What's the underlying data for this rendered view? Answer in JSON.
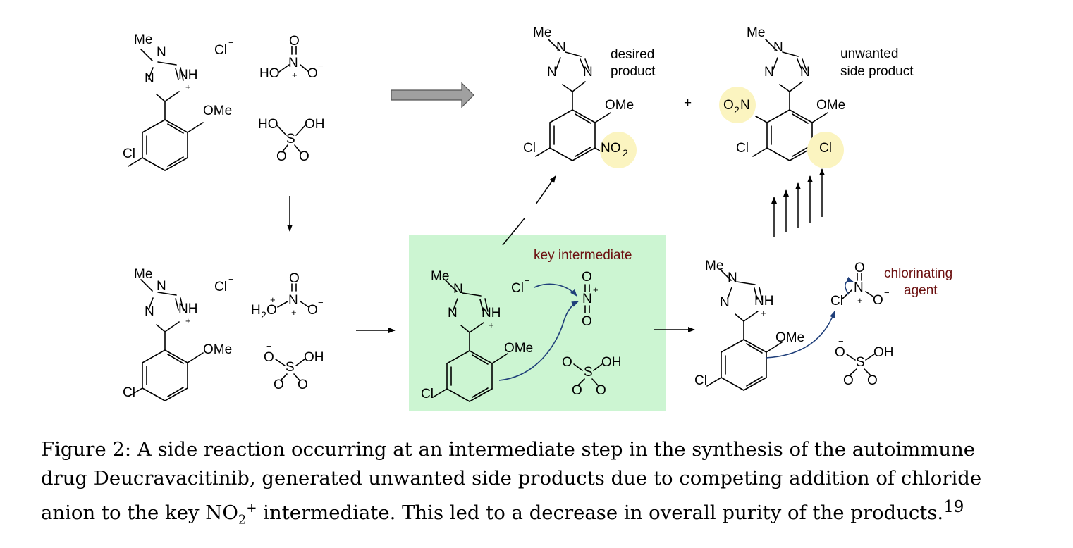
{
  "labels": {
    "desired": [
      "desired",
      "product"
    ],
    "unwanted": [
      "unwanted",
      "side product"
    ],
    "plus": "+",
    "key": "key intermediate",
    "chlor": [
      "chlorinating",
      "agent"
    ]
  },
  "atoms": {
    "me": "Me",
    "n": "N",
    "nh": "NH",
    "cl": "Cl",
    "ome": "OMe",
    "o": "O",
    "ho": "HO",
    "oh": "OH",
    "s": "S",
    "h2o": "H",
    "two": "2",
    "plus": "+",
    "minus": "−",
    "no2_n": "NO",
    "o2_o": "O"
  },
  "caption": {
    "line1": "Figure 2: A side reaction occurring at an intermediate step in the synthesis of the autoimmune",
    "line2": "drug Deucravacitinib, generated unwanted side products due to competing addition of chloride",
    "line3_a": "anion to the key ",
    "line3_no": "NO",
    "line3_sub": "2",
    "line3_sup": "+",
    "line3_b": " intermediate. This led to a decrease in overall purity of the products.",
    "ref": "19"
  },
  "colors": {
    "highlight_box": "#ccf5d2",
    "highlight_circle": "#fbf4c0",
    "red_text": "#6b1010",
    "curly_arrow": "#1f3f7a",
    "big_arrow": "#a0a0a0"
  }
}
